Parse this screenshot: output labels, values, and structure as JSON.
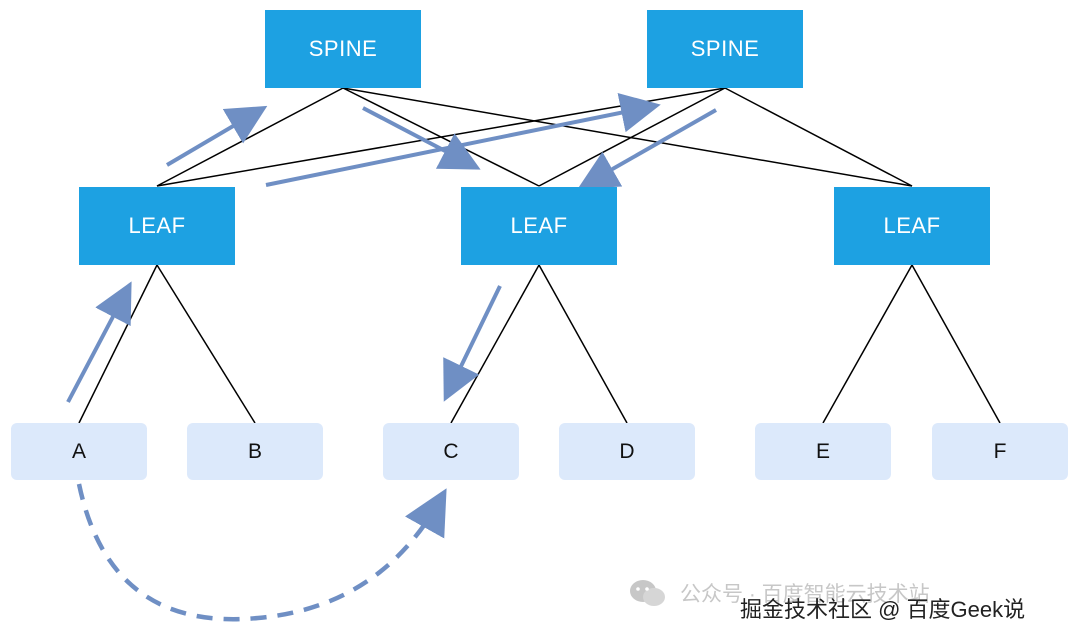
{
  "colors": {
    "switch_fill": "#1da1e2",
    "switch_text": "#ffffff",
    "host_fill": "#dce9fb",
    "host_text": "#111111",
    "link": "#000000",
    "flow_arrow": "#6f8fc4"
  },
  "spines": [
    {
      "id": "spine-1",
      "label": "SPINE"
    },
    {
      "id": "spine-2",
      "label": "SPINE"
    }
  ],
  "leaves": [
    {
      "id": "leaf-1",
      "label": "LEAF"
    },
    {
      "id": "leaf-2",
      "label": "LEAF"
    },
    {
      "id": "leaf-3",
      "label": "LEAF"
    }
  ],
  "hosts": [
    {
      "id": "host-a",
      "label": "A"
    },
    {
      "id": "host-b",
      "label": "B"
    },
    {
      "id": "host-c",
      "label": "C"
    },
    {
      "id": "host-d",
      "label": "D"
    },
    {
      "id": "host-e",
      "label": "E"
    },
    {
      "id": "host-f",
      "label": "F"
    }
  ],
  "watermark": {
    "line1": "公众号 · 百度智能云技术站",
    "line2": "掘金技术社区 @ 百度Geek说",
    "icon": "wechat-icon"
  }
}
